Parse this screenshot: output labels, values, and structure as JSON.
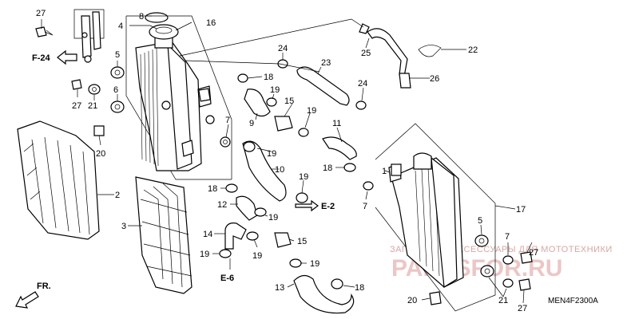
{
  "diagram": {
    "code": "MEN4F2300A",
    "watermark_small": "ЗАПЧАСТИ И АКСЕССУАРЫ ДЛЯ МОТОТЕХНИКИ",
    "watermark_big": "PARTSFOR.RU",
    "direction_label": "FR.",
    "refs": {
      "f24": "F-24",
      "e2": "E-2",
      "e6": "E-6"
    },
    "callouts": {
      "c27a": "27",
      "c8": "8",
      "c4": "4",
      "c16": "16",
      "c5a": "5",
      "c6": "6",
      "c27b": "27",
      "c21a": "21",
      "c20a": "20",
      "c2": "2",
      "c3": "3",
      "c24a": "24",
      "c18a": "18",
      "c19a": "19",
      "c9": "9",
      "c15a": "15",
      "c19b": "19",
      "c7a": "7",
      "c19c": "19",
      "c10": "10",
      "c18b": "18",
      "c12": "12",
      "c19d": "19",
      "c14": "14",
      "c19e": "19",
      "c19f": "19",
      "c15b": "15",
      "c19g": "19",
      "c13": "13",
      "c18c": "18",
      "c23": "23",
      "c25": "25",
      "c22": "22",
      "c26": "26",
      "c24b": "24",
      "c11": "11",
      "c18d": "18",
      "c1": "1",
      "c7b": "7",
      "c17": "17",
      "c5b": "5",
      "c7c": "7",
      "c27c": "27",
      "c21b": "21",
      "c20b": "20",
      "c27d": "27"
    }
  }
}
